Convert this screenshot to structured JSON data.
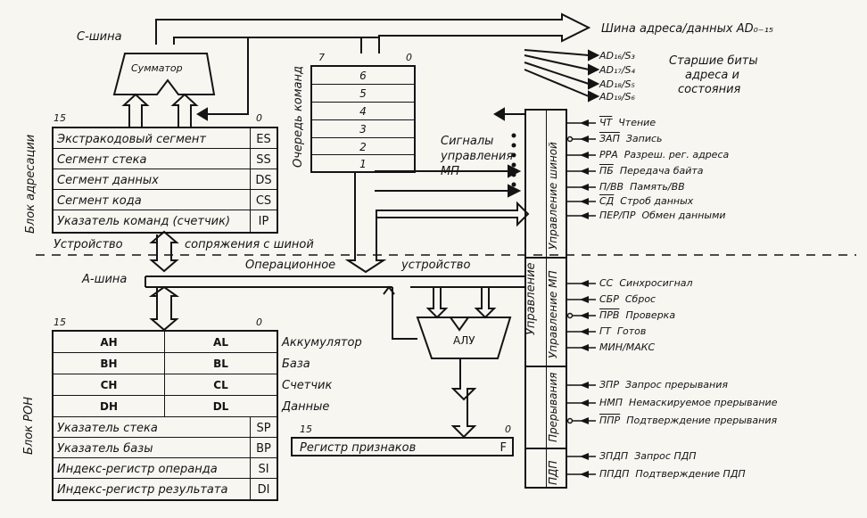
{
  "labels": {
    "c_bus": "С-шина",
    "adder": "Сумматор",
    "addr_bus": "Шина адреса/данных AD₀₋₁₅",
    "queue_bits": [
      "7",
      "0"
    ],
    "queue_title": "Очередь команд",
    "queue_rows": [
      "6",
      "5",
      "4",
      "3",
      "2",
      "1"
    ],
    "seg_bits": [
      "15",
      "0"
    ],
    "addr_block": "Блок адресации",
    "signals": "Сигналы управления МП",
    "bus_interface_1": "Устройство",
    "bus_interface_2": "сопряжения с шиной",
    "exec_unit_1": "Операционное",
    "exec_unit_2": "устройство",
    "a_bus": "А-шина",
    "rf_bits": [
      "15",
      "0"
    ],
    "rf_block": "Блок РОН",
    "alu": "АЛУ",
    "flags_bits": [
      "15",
      "0"
    ],
    "flags_name": "Регистр признаков",
    "flags_code": "F",
    "control": "Управление",
    "ctrl_bus": "Управление шиной",
    "ctrl_mp": "Управление МП",
    "interrupts": "Прерывания",
    "dma": "ПДП"
  },
  "segment_registers": [
    {
      "name": "Экстракодовый сегмент",
      "code": "ES"
    },
    {
      "name": "Сегмент стека",
      "code": "SS"
    },
    {
      "name": "Сегмент данных",
      "code": "DS"
    },
    {
      "name": "Сегмент кода",
      "code": "CS"
    },
    {
      "name": "Указатель команд (счетчик)",
      "code": "IP"
    }
  ],
  "general_registers": [
    {
      "hi": "AH",
      "lo": "AL",
      "desc": "Аккумулятор"
    },
    {
      "hi": "BH",
      "lo": "BL",
      "desc": "База"
    },
    {
      "hi": "CH",
      "lo": "CL",
      "desc": "Счетчик"
    },
    {
      "hi": "DH",
      "lo": "DL",
      "desc": "Данные"
    }
  ],
  "index_registers": [
    {
      "name": "Указатель стека",
      "code": "SP"
    },
    {
      "name": "Указатель базы",
      "code": "BP"
    },
    {
      "name": "Индекс-регистр операнда",
      "code": "SI"
    },
    {
      "name": "Индекс-регистр результата",
      "code": "DI"
    }
  ],
  "high_bits": {
    "lines": [
      "AD₁₆/S₃",
      "AD₁₇/S₄",
      "AD₁₈/S₅",
      "AD₁₉/S₆"
    ],
    "desc": [
      "Старшие биты",
      "адреса и",
      "состояния"
    ]
  },
  "bus_signals": [
    {
      "code": "ЧТ",
      "desc": "Чтение"
    },
    {
      "code": "ЗАП",
      "desc": "Запись"
    },
    {
      "code": "РРА",
      "desc": "Разреш. рег. адреса"
    },
    {
      "code": "ПБ",
      "desc": "Передача байта"
    },
    {
      "code": "П/ВВ",
      "desc": "Память/ВВ"
    },
    {
      "code": "СД",
      "desc": "Строб данных"
    },
    {
      "code": "ПЕР/ПР",
      "desc": "Обмен данными"
    }
  ],
  "mp_signals": [
    {
      "code": "СС",
      "desc": "Синхросигнал"
    },
    {
      "code": "СБР",
      "desc": "Сброс"
    },
    {
      "code": "ПРВ",
      "desc": "Проверка"
    },
    {
      "code": "ГТ",
      "desc": "Готов"
    },
    {
      "code": "МИН/МАКС",
      "desc": ""
    }
  ],
  "int_signals": [
    {
      "code": "ЗПР",
      "desc": "Запрос прерывания"
    },
    {
      "code": "НМП",
      "desc": "Немаскируемое прерывание"
    },
    {
      "code": "ППР",
      "desc": "Подтверждение прерывания"
    }
  ],
  "dma_signals": [
    {
      "code": "ЗПДП",
      "desc": "Запрос ПДП"
    },
    {
      "code": "ППДП",
      "desc": "Подтверждение ПДП"
    }
  ]
}
